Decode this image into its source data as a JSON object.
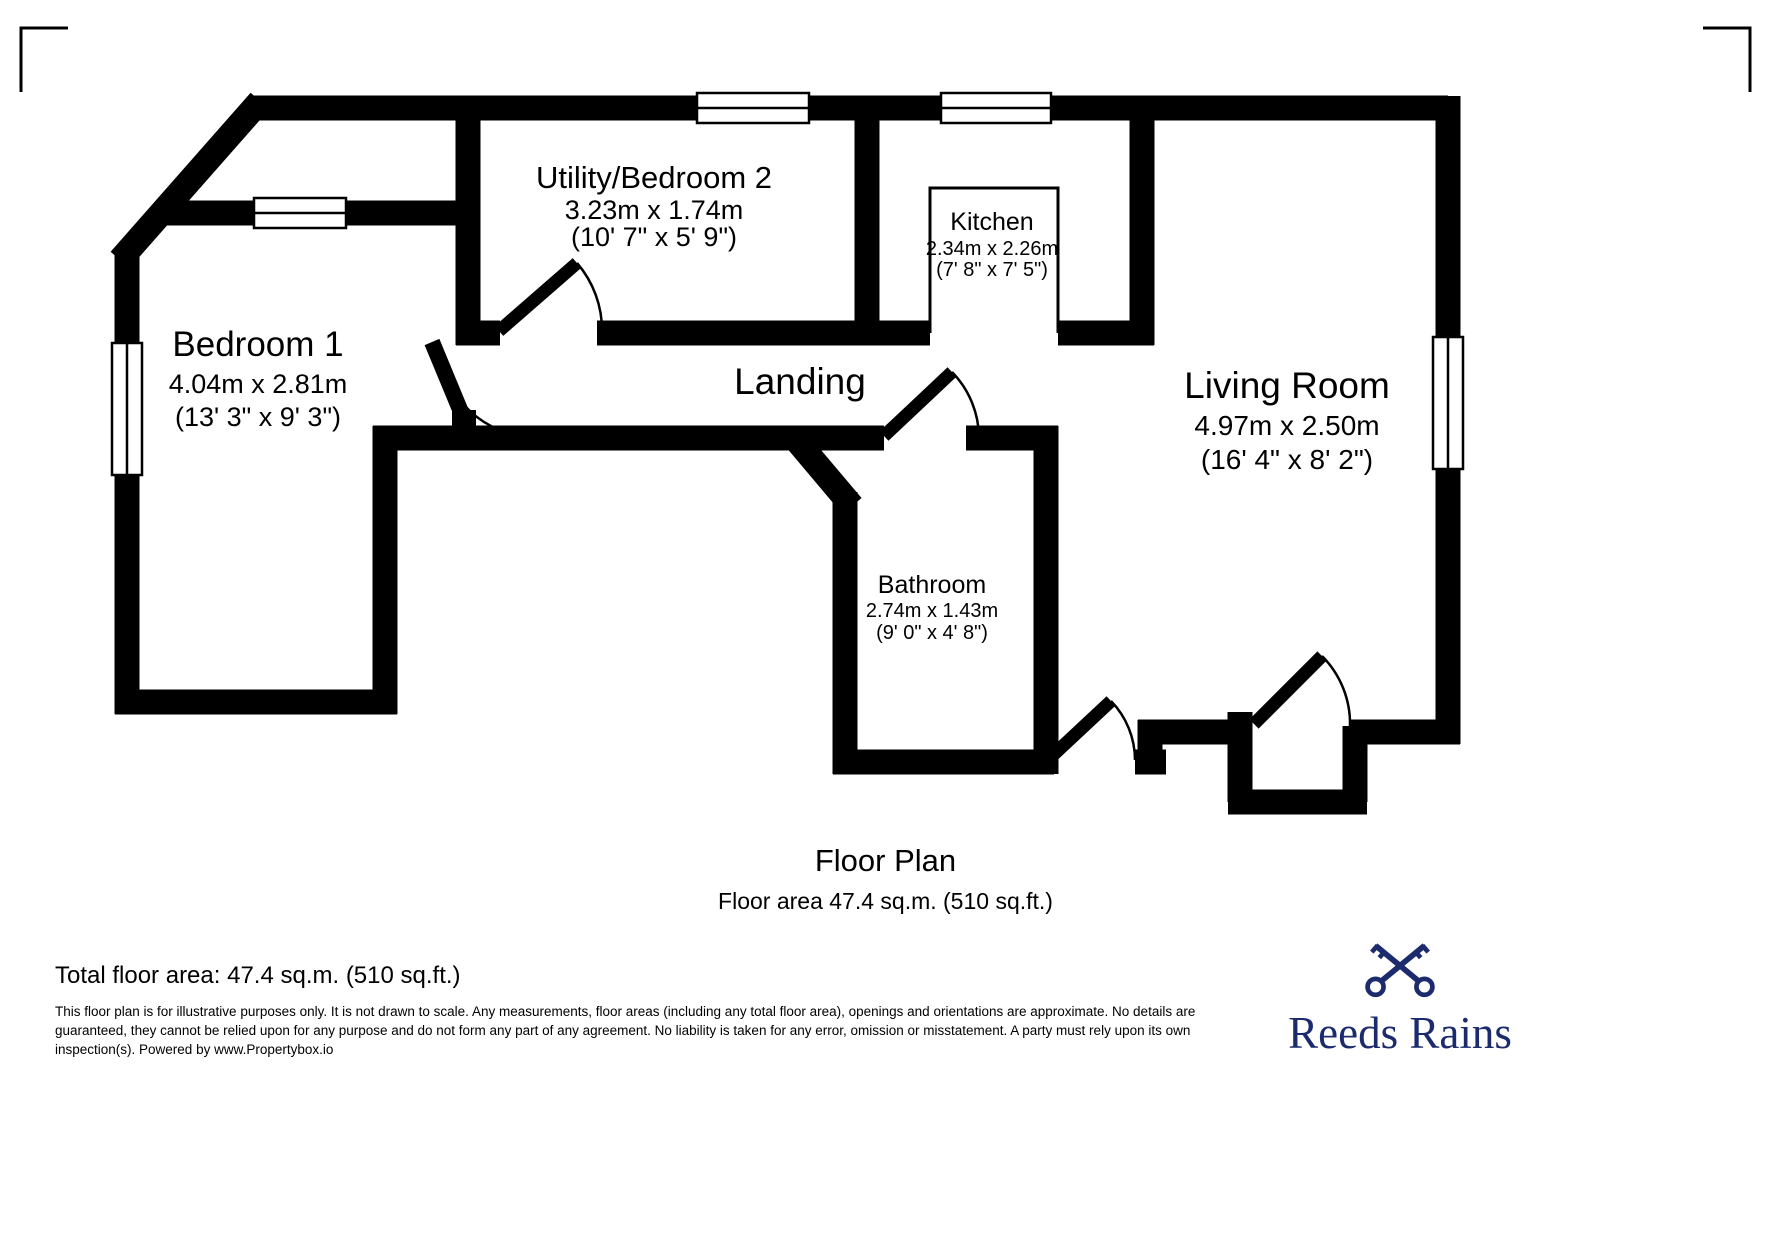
{
  "plan": {
    "title": "Floor Plan",
    "subtitle": "Floor area 47.4 sq.m. (510 sq.ft.)"
  },
  "rooms": {
    "bedroom1": {
      "name": "Bedroom 1",
      "metric": "4.04m x 2.81m",
      "imperial": "(13' 3\" x 9' 3\")"
    },
    "utility": {
      "name": "Utility/Bedroom 2",
      "metric": "3.23m x 1.74m",
      "imperial": "(10' 7\" x 5' 9\")"
    },
    "kitchen": {
      "name": "Kitchen",
      "metric": "2.34m x 2.26m",
      "imperial": "(7' 8\" x 7' 5\")"
    },
    "landing": {
      "name": "Landing"
    },
    "living": {
      "name": "Living Room",
      "metric": "4.97m x 2.50m",
      "imperial": "(16' 4\" x 8' 2\")"
    },
    "bathroom": {
      "name": "Bathroom",
      "metric": "2.74m x 1.43m",
      "imperial": "(9' 0\" x 4' 8\")"
    }
  },
  "footer": {
    "total_area": "Total floor area: 47.4 sq.m. (510 sq.ft.)",
    "disclaimer": "This floor plan is for illustrative purposes only. It is not drawn to scale. Any measurements, floor areas (including any total floor area), openings and orientations are approximate. No details are guaranteed, they cannot be relied upon for any purpose and do not form any part of any agreement. No liability is taken for any error, omission or misstatement. A party must rely upon its own inspection(s). Powered by www.Propertybox.io",
    "brand": "Reeds Rains"
  },
  "colors": {
    "wall": "#000000",
    "brand_navy": "#1c2b6d"
  }
}
